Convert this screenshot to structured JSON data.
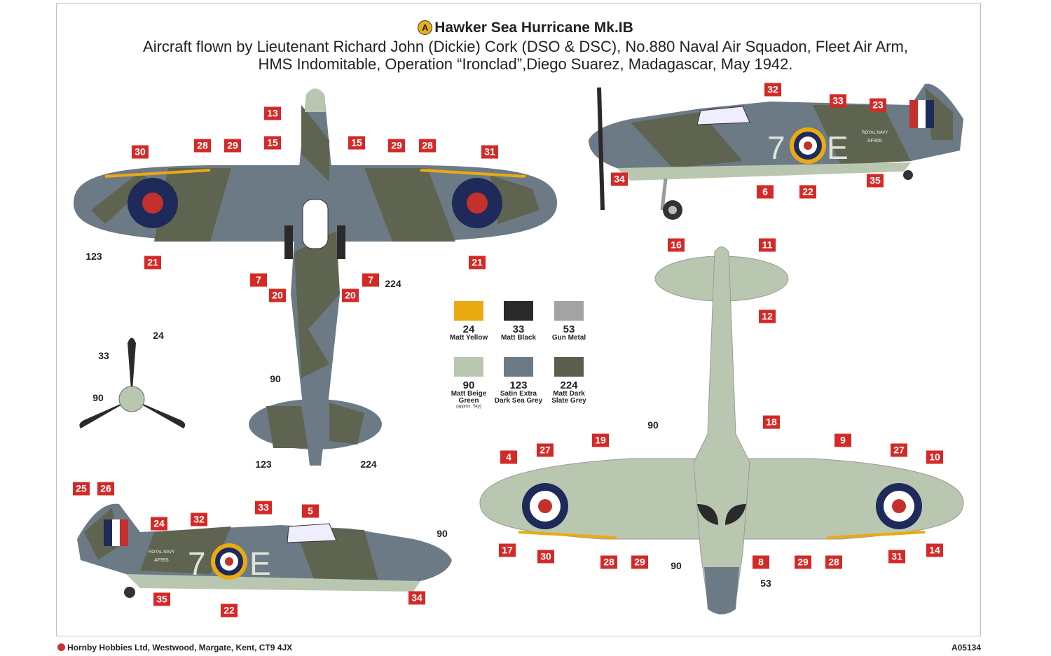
{
  "header": {
    "badge": "A",
    "title": "Hawker Sea Hurricane Mk.IB",
    "line1": "Aircraft flown by Lieutenant Richard John (Dickie) Cork (DSO & DSC), No.880 Naval Air Squadon, Fleet Air Arm,",
    "line2": "HMS Indomitable, Operation “Ironclad”,Diego Suarez, Madagascar, May 1942."
  },
  "callouts": [
    "13",
    "30",
    "28",
    "29",
    "15",
    "15",
    "29",
    "28",
    "31",
    "21",
    "21",
    "7",
    "20",
    "20",
    "7",
    "32",
    "33",
    "23",
    "34",
    "6",
    "22",
    "35",
    "25",
    "26",
    "24",
    "32",
    "33",
    "5",
    "35",
    "22",
    "34",
    "16",
    "11",
    "12",
    "18",
    "19",
    "9",
    "27",
    "27",
    "4",
    "10",
    "17",
    "30",
    "28",
    "29",
    "8",
    "29",
    "28",
    "31",
    "14"
  ],
  "paint_refs": [
    "123",
    "224",
    "90",
    "123",
    "224",
    "24",
    "33",
    "90",
    "90",
    "90",
    "90",
    "53"
  ],
  "side_markings": {
    "serial": "AF955",
    "service": "ROYAL NAVY",
    "code_left": "7",
    "code_right": "E"
  },
  "swatches": [
    {
      "num": "24",
      "name": "Matt Yellow",
      "color": "#eaaa12"
    },
    {
      "num": "33",
      "name": "Matt Black",
      "color": "#2a2a2a"
    },
    {
      "num": "53",
      "name": "Gun Metal",
      "color": "#a3a3a3"
    },
    {
      "num": "90",
      "name": "Matt Beige Green",
      "note": "(approx. Sky)",
      "color": "#bac7b0"
    },
    {
      "num": "123",
      "name": "Satin Extra Dark Sea Grey",
      "color": "#6c7a86"
    },
    {
      "num": "224",
      "name": "Matt Dark Slate Grey",
      "color": "#5a5e4c"
    }
  ],
  "footer": {
    "address": "Hornby Hobbies Ltd, Westwood, Margate, Kent, CT9 4JX",
    "code": "A05134"
  }
}
